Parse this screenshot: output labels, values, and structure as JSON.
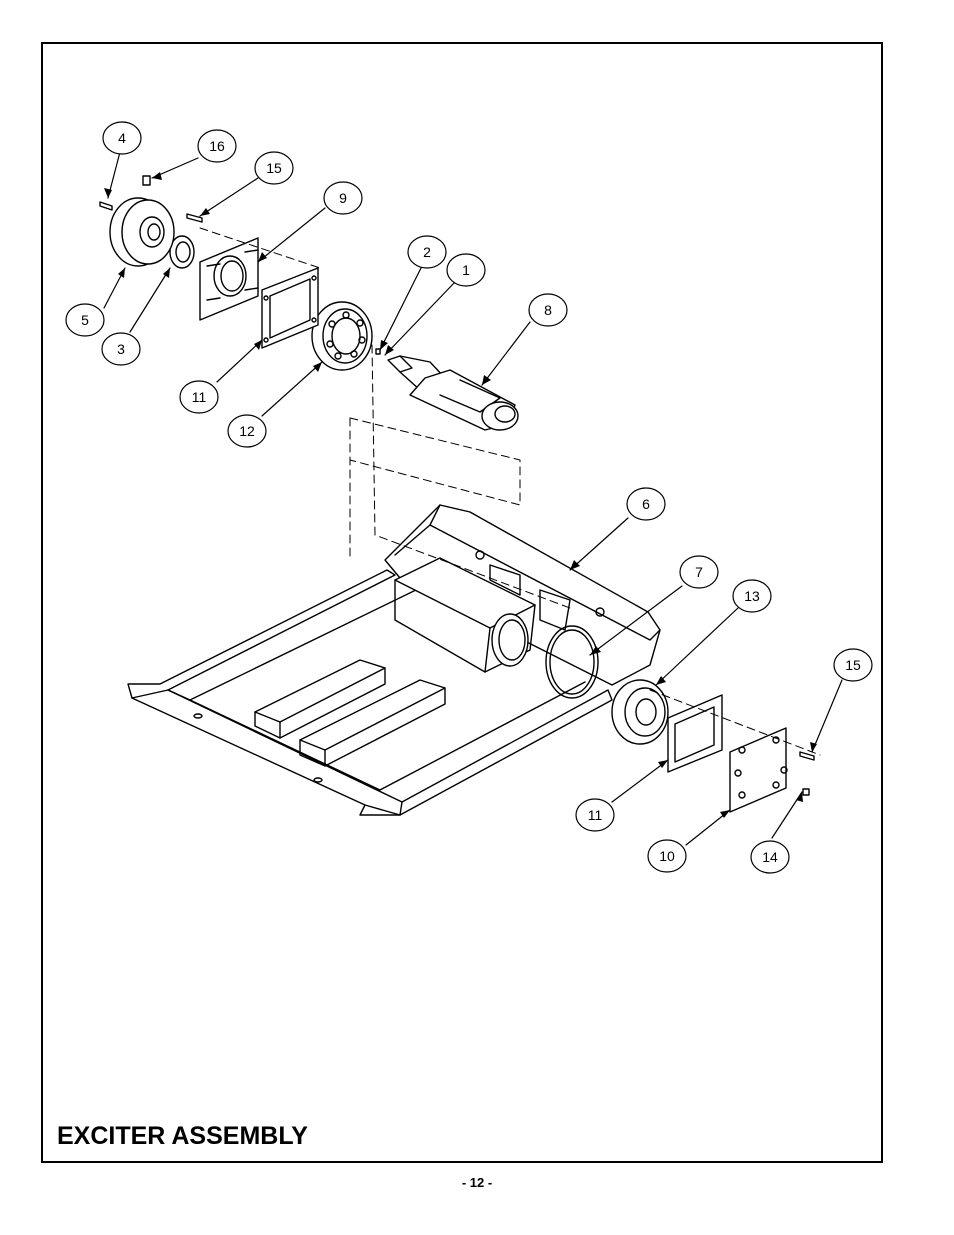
{
  "title": "EXCITER ASSEMBLY",
  "page_number": "- 12 -",
  "callouts": [
    {
      "label": "4"
    },
    {
      "label": "16"
    },
    {
      "label": "15"
    },
    {
      "label": "9"
    },
    {
      "label": "2"
    },
    {
      "label": "1"
    },
    {
      "label": "8"
    },
    {
      "label": "5"
    },
    {
      "label": "3"
    },
    {
      "label": "11"
    },
    {
      "label": "12"
    },
    {
      "label": "6"
    },
    {
      "label": "7"
    },
    {
      "label": "13"
    },
    {
      "label": "15"
    },
    {
      "label": "11"
    },
    {
      "label": "10"
    },
    {
      "label": "14"
    }
  ]
}
